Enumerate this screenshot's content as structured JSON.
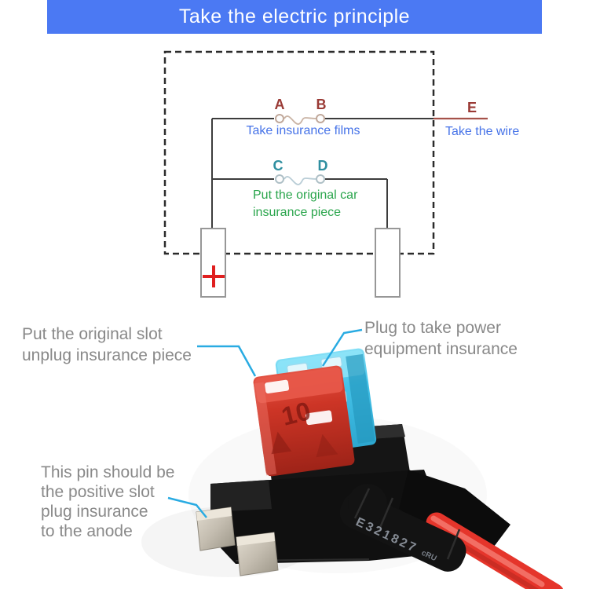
{
  "header": {
    "title": "Take the electric principle"
  },
  "diagram": {
    "label_a": "A",
    "label_b": "B",
    "label_c": "C",
    "label_d": "D",
    "label_e": "E",
    "fuse_ab_caption": "Take insurance films",
    "fuse_cd_caption_line1": "Put the original car",
    "fuse_cd_caption_line2": "insurance piece",
    "wire_caption": "Take the wire",
    "plus_sign": "+"
  },
  "callouts": {
    "original_slot": {
      "line1": "Put the original slot",
      "line2": "unplug insurance piece"
    },
    "power_equipment": {
      "line1": "Plug to take power",
      "line2": "equipment insurance"
    },
    "positive_pin": {
      "line1": "This pin should be",
      "line2": "the positive slot",
      "line3": "plug insurance",
      "line4": "to the anode"
    }
  },
  "product": {
    "fuse_rating": "10",
    "sleeve_marking": "E321827",
    "sleeve_marking_small": "cRU"
  },
  "colors": {
    "header_bg": "#4b79f3",
    "blue_caption": "#4673e8",
    "green_caption": "#2aa54c",
    "ab_label": "#9a3a35",
    "cd_label": "#2f8fa0",
    "gray_callout": "#898989",
    "leader_line": "#29abe2",
    "plus_red": "#e01f1f",
    "red_fuse": "#cd3526",
    "blue_fuse": "#45c2e8",
    "red_wire": "#e5352b"
  }
}
